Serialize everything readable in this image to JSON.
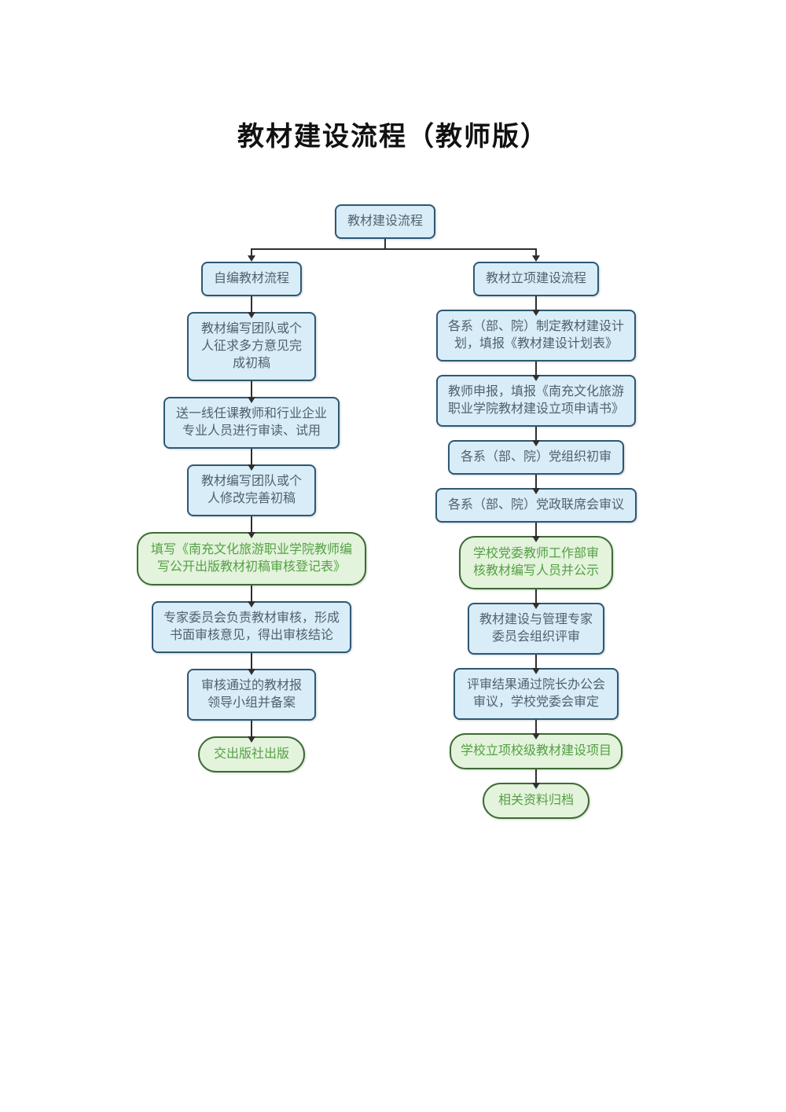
{
  "title": "教材建设流程（教师版）",
  "root_label": "教材建设流程",
  "left_branch": {
    "header": "自编教材流程",
    "nodes": [
      {
        "label": "教材编写团队或个人征求多方意见完成初稿",
        "type": "process"
      },
      {
        "label": "送一线任课教师和行业企业专业人员进行审读、试用",
        "type": "process"
      },
      {
        "label": "教材编写团队或个人修改完善初稿",
        "type": "process"
      },
      {
        "label": "填写《南充文化旅游职业学院教师编写公开出版教材初稿审核登记表》",
        "type": "terminal"
      },
      {
        "label": "专家委员会负责教材审核，形成书面审核意见，得出审核结论",
        "type": "process"
      },
      {
        "label": "审核通过的教材报领导小组并备案",
        "type": "process"
      },
      {
        "label": "交出版社出版",
        "type": "terminal"
      }
    ]
  },
  "right_branch": {
    "header": "教材立项建设流程",
    "nodes": [
      {
        "label": "各系（部、院）制定教材建设计划，填报《教材建设计划表》",
        "type": "process"
      },
      {
        "label": "教师申报，填报《南充文化旅游职业学院教材建设立项申请书》",
        "type": "process"
      },
      {
        "label": "各系（部、院）党组织初审",
        "type": "process"
      },
      {
        "label": "各系（部、院）党政联席会审议",
        "type": "process"
      },
      {
        "label": "学校党委教师工作部审核教材编写人员并公示",
        "type": "terminal"
      },
      {
        "label": "教材建设与管理专家委员会组织评审",
        "type": "process"
      },
      {
        "label": "评审结果通过院长办公会审议，学校党委会审定",
        "type": "process"
      },
      {
        "label": "学校立项校级教材建设项目",
        "type": "terminal"
      },
      {
        "label": "相关资料归档",
        "type": "terminal"
      }
    ]
  },
  "colors": {
    "process_fill": "#d9edf8",
    "process_border": "#2e5874",
    "process_text": "#50616d",
    "terminal_fill": "#e3f3dc",
    "terminal_border": "#3e6b34",
    "terminal_text": "#55a045",
    "connector": "#2f2f2f",
    "title_text": "#111111"
  }
}
